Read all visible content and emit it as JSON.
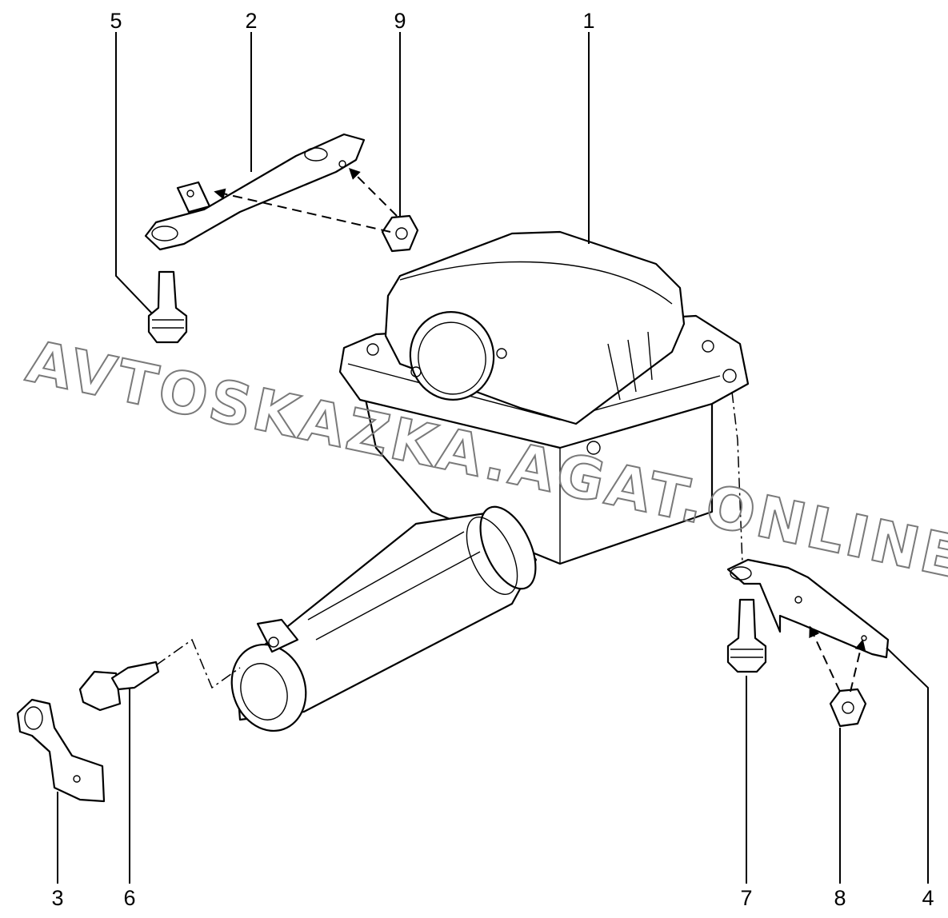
{
  "watermark": "AVTOSKAZKA.AGAT.ONLINE",
  "labels": {
    "p1": "1",
    "p2": "2",
    "p3": "3",
    "p4": "4",
    "p5": "5",
    "p6": "6",
    "p7": "7",
    "p8": "8",
    "p9": "9"
  },
  "colors": {
    "line": "#000000",
    "watermark": "#7a7a7a",
    "background": "#ffffff"
  }
}
